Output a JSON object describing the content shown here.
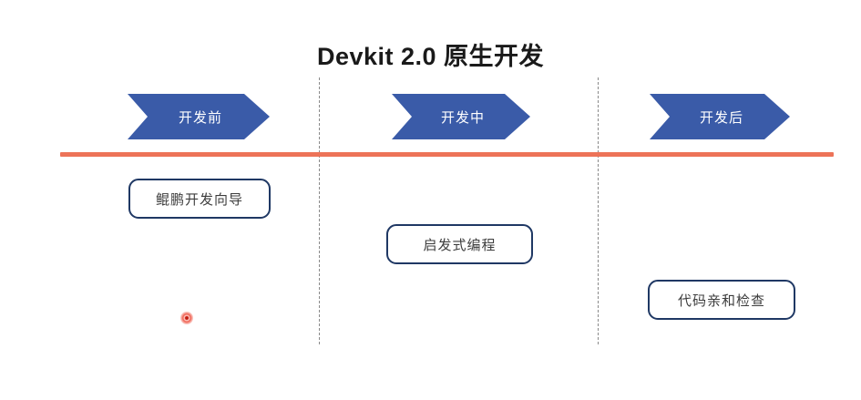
{
  "slide": {
    "title": "Devkit 2.0 原生开发",
    "background_color": "#ffffff"
  },
  "colors": {
    "chevron_fill": "#3A5BA8",
    "chevron_text": "#ffffff",
    "timeline": "#ED7358",
    "box_border": "#1F3864",
    "box_fill": "#ffffff",
    "box_text": "#3d3d3d",
    "divider": "#8a8a8a",
    "cursor_marker": "#c21a0e"
  },
  "timeline": {
    "label": "timeline-axis"
  },
  "phases": [
    {
      "id": "before",
      "banner_label": "开发前",
      "feature_label": "鲲鹏开发向导"
    },
    {
      "id": "during",
      "banner_label": "开发中",
      "feature_label": "启发式编程"
    },
    {
      "id": "after",
      "banner_label": "开发后",
      "feature_label": "代码亲和检查"
    }
  ],
  "markers": {
    "cursor_name": "red-dot-marker"
  }
}
